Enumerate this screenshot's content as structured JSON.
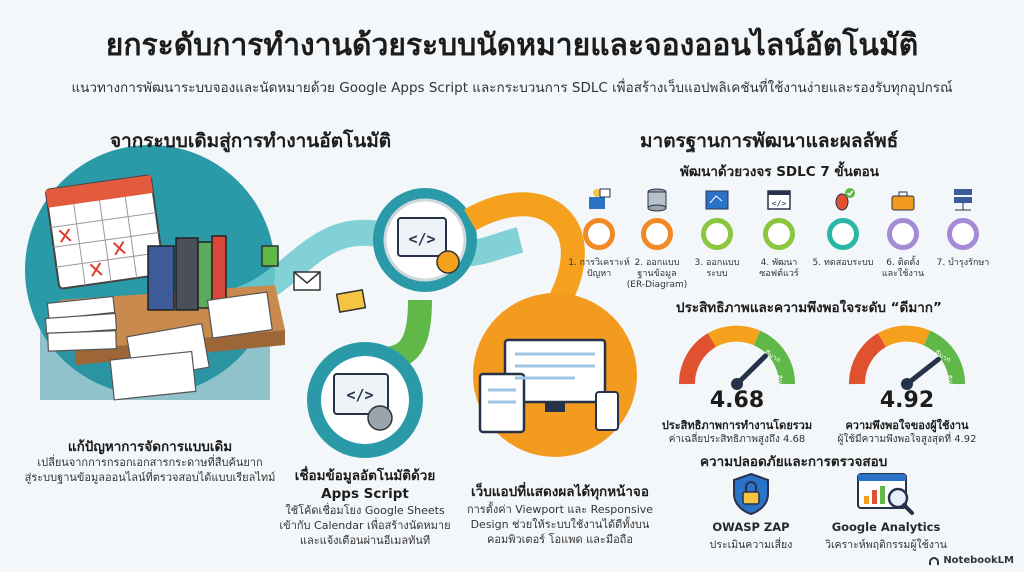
{
  "title": "ยกระดับการทำงานด้วยระบบนัดหมายและจองออนไลน์อัตโนมัติ",
  "subtitle": "แนวทางการพัฒนาระบบจองและนัดหมายด้วย Google Apps Script และกระบวนการ SDLC เพื่อสร้างเว็บแอปพลิเคชันที่ใช้งานง่ายและรองรับทุกอุปกรณ์",
  "left": {
    "heading": "จากระบบเดิมสู่การทำงานอัตโนมัติ",
    "legacy": {
      "title": "แก้ปัญหาการจัดการแบบเดิม",
      "desc_line1": "เปลี่ยนจากการกรอกเอกสารกระดาษที่สืบค้นยาก",
      "desc_line2": "สู่ระบบฐานข้อมูลออนไลน์ที่ตรวจสอบได้แบบเรียลไทม์"
    },
    "apps_script": {
      "title_line1": "เชื่อมข้อมูลอัตโนมัติด้วย",
      "title_line2": "Apps Script",
      "desc_line1": "ใช้โค้ดเชื่อมโยง Google Sheets",
      "desc_line2": "เข้ากับ Calendar เพื่อสร้างนัดหมาย",
      "desc_line3": "และแจ้งเตือนผ่านอีเมลทันที"
    },
    "responsive": {
      "title": "เว็บแอปที่แสดงผลได้ทุกหน้าจอ",
      "desc_line1": "การตั้งค่า Viewport และ Responsive",
      "desc_line2": "Design ช่วยให้ระบบใช้งานได้ดีทั้งบน",
      "desc_line3": "คอมพิวเตอร์ โอแพด และมือถือ"
    }
  },
  "right": {
    "heading": "มาตรฐานการพัฒนาและผลลัพธ์",
    "sdlc_heading": "พัฒนาด้วยวงจร SDLC 7 ขั้นตอน",
    "steps": [
      {
        "label_1": "1. การวิเคราะห์",
        "label_2": "ปัญหา",
        "label_3": "",
        "color": "#f08a24",
        "icon": "analysis-icon"
      },
      {
        "label_1": "2. ออกแบบ",
        "label_2": "ฐานข้อมูล",
        "label_3": "(ER-Diagram)",
        "color": "#f08a24",
        "icon": "database-icon"
      },
      {
        "label_1": "3. ออกแบบ",
        "label_2": "ระบบ",
        "label_3": "",
        "color": "#8cc63f",
        "icon": "blueprint-icon"
      },
      {
        "label_1": "4. พัฒนา",
        "label_2": "ซอฟต์แวร์",
        "label_3": "",
        "color": "#8cc63f",
        "icon": "code-icon"
      },
      {
        "label_1": "5. ทดสอบระบบ",
        "label_2": "",
        "label_3": "",
        "color": "#2bb7a6",
        "icon": "bug-icon"
      },
      {
        "label_1": "6. ติดตั้ง",
        "label_2": "และใช้งาน",
        "label_3": "",
        "color": "#a58bd6",
        "icon": "toolbox-icon"
      },
      {
        "label_1": "7. บำรุงรักษา",
        "label_2": "",
        "label_3": "",
        "color": "#a58bd6",
        "icon": "server-icon"
      }
    ],
    "satisfaction_heading": "ประสิทธิภาพและความพึงพอใจระดับ “ดีมาก”",
    "gauges": [
      {
        "value": "4.68",
        "score": 4.68,
        "caption1": "ประสิทธิภาพการทำงานโดยรวม",
        "caption2": "ค่าเฉลี่ยประสิทธิภาพสูงถึง 4.68",
        "label_a": "ดีมาก",
        "label_b": "ดีมาก"
      },
      {
        "value": "4.92",
        "score": 4.92,
        "caption1": "ความพึงพอใจของผู้ใช้งาน",
        "caption2": "ผู้ใช้มีความพึงพอใจสูงสุดที่ 4.92",
        "label_a": "ดีมาก",
        "label_b": "ดีมาก"
      }
    ],
    "security_heading": "ความปลอดภัยและการตรวจสอบ",
    "security": [
      {
        "title": "OWASP ZAP",
        "desc": "ประเมินความเสี่ยง",
        "icon": "shield-lock-icon"
      },
      {
        "title": "Google Analytics",
        "desc": "วิเคราะห์พฤติกรรมผู้ใช้งาน",
        "icon": "analytics-icon"
      }
    ]
  },
  "brand": "NotebookLM",
  "colors": {
    "teal": "#2aa6b0",
    "orange": "#f5a11e",
    "green": "#5fb848",
    "red": "#e0522f",
    "navy": "#26324a"
  }
}
